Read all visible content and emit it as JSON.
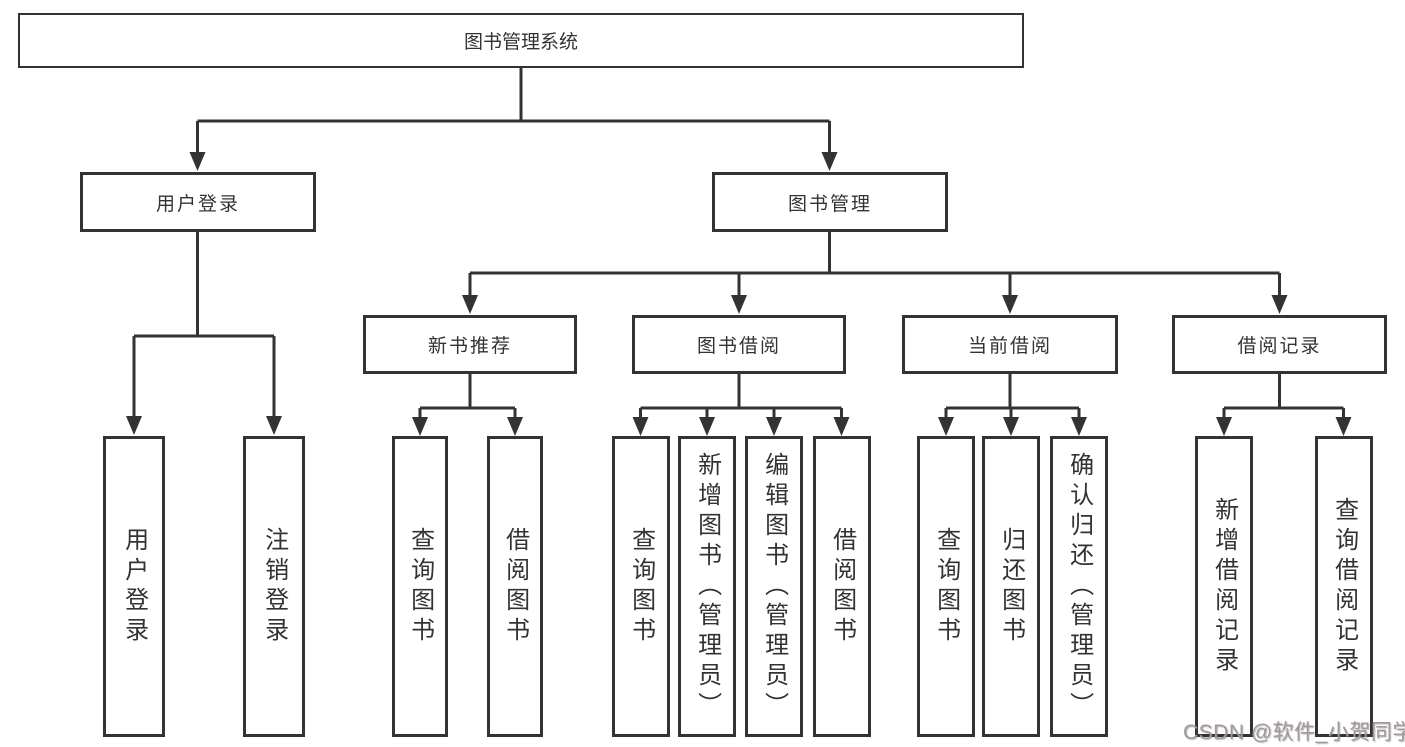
{
  "root": {
    "label": "图书管理系统"
  },
  "user": {
    "label": "用户登录",
    "children": [
      {
        "label": "用户登录"
      },
      {
        "label": "注销登录"
      }
    ]
  },
  "book": {
    "label": "图书管理",
    "groups": [
      {
        "label": "新书推荐",
        "children": [
          {
            "label": "查询图书"
          },
          {
            "label": "借阅图书"
          }
        ]
      },
      {
        "label": "图书借阅",
        "children": [
          {
            "label": "查询图书"
          },
          {
            "label": "新增图书（管理员）"
          },
          {
            "label": "编辑图书（管理员）"
          },
          {
            "label": "借阅图书"
          }
        ]
      },
      {
        "label": "当前借阅",
        "children": [
          {
            "label": "查询图书"
          },
          {
            "label": "归还图书"
          },
          {
            "label": "确认归还（管理员）"
          }
        ]
      },
      {
        "label": "借阅记录",
        "children": [
          {
            "label": "新增借阅记录"
          },
          {
            "label": "查询借阅记录"
          }
        ]
      }
    ]
  },
  "watermark": {
    "text": "CSDN @软件_小贺同学",
    "color": "#a29a9a"
  },
  "colors": {
    "line": "#333333",
    "box_border": "#333333",
    "text": "#333333",
    "background": "#ffffff"
  }
}
